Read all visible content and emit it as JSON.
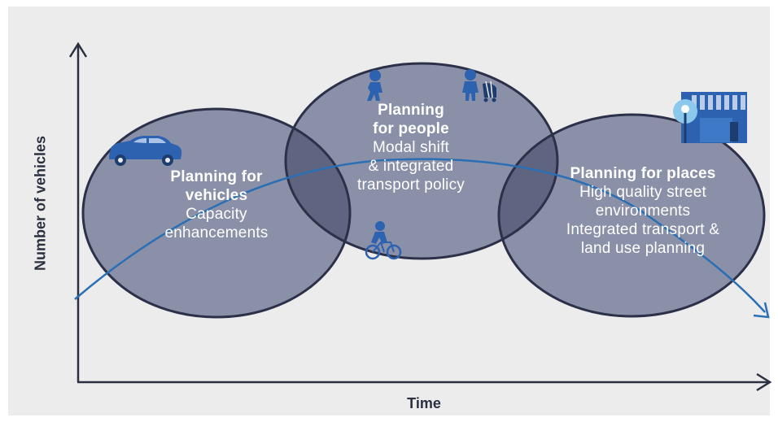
{
  "axes": {
    "y_label": "Number of vehicles",
    "x_label": "Time"
  },
  "circles": {
    "vehicles": {
      "title_line1": "Planning for",
      "title_line2": "vehicles",
      "body_line1": "Capacity",
      "body_line2": "enhancements",
      "icon": "car-icon"
    },
    "people": {
      "title_line1": "Planning",
      "title_line2": "for people",
      "body_line1": "Modal shift",
      "body_line2": "& integrated",
      "body_line3": "transport policy",
      "icons": [
        "pedestrian-icon",
        "person-with-pram-icon",
        "cyclist-icon"
      ]
    },
    "places": {
      "title_line1": "Planning for places",
      "body_line1": "High quality street",
      "body_line2": "environments",
      "body_line3": "Integrated transport &",
      "body_line4": "land use planning",
      "icon": "bus-stop-building-icon"
    }
  },
  "colors": {
    "background": "#ececec",
    "circle_fill": "#8a90a8",
    "circle_stroke": "#2c3048",
    "overlap_fill": "#5f6480",
    "curve": "#2a6fb3",
    "icon_blue": "#2c62b0",
    "text": "#ffffff",
    "axis": "#2b3040"
  }
}
